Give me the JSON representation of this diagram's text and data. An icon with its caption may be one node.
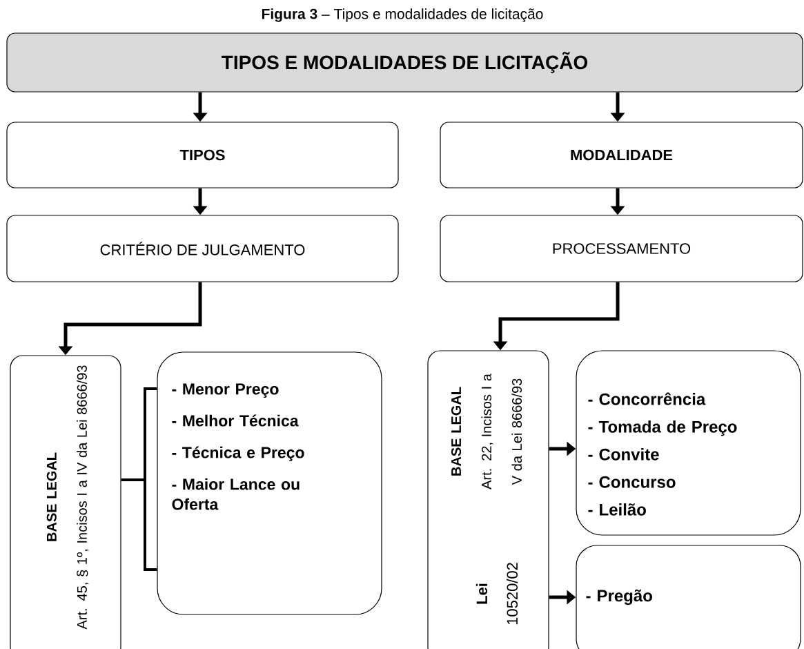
{
  "diagram": {
    "title": "**Figura 3** – Tipos e modalidades de licitação",
    "nodes": [
      {
        "text": [
          "TIPOS E MODALIDADES DE LICITAÇÃO"
        ]
      },
      {
        "text": [
          "TIPOS"
        ]
      },
      {
        "text": [
          "MODALIDADE"
        ]
      },
      {
        "text": [
          "CRITÉRIO DE JULGAMENTO"
        ]
      },
      {
        "text": [
          "PROCESSAMENTO"
        ]
      },
      {
        "text": [
          "BASE LEGAL",
          "Art. 45, § 1º, Incisos I a IV da Lei 8666/93"
        ]
      },
      {
        "text": [
          "- Menor Preço",
          "- Melhor Técnica",
          "- Técnica e Preço",
          "- Maior Lance ou Oferta"
        ]
      },
      {
        "text": [
          "BASE LEGAL",
          "Art. 22, Incisos I a V da Lei 8666/93",
          "Lei",
          "10520/02"
        ]
      },
      {
        "text": [
          "- Concorrência",
          "- Tomada de Preço",
          "- Convite",
          "- Concurso",
          "- Leilão"
        ]
      },
      {
        "text": [
          "- Pregão"
        ]
      }
    ],
    "edges": [
      {
        "from": 0,
        "to": 1,
        "arrow": "to"
      },
      {
        "from": 0,
        "to": 2,
        "arrow": "to"
      },
      {
        "from": 1,
        "to": 3,
        "arrow": "to"
      },
      {
        "from": 2,
        "to": 4,
        "arrow": "to"
      },
      {
        "from": 3,
        "to": 5,
        "arrow": "to"
      },
      {
        "from": 4,
        "to": 7,
        "arrow": "to"
      },
      {
        "from": 5,
        "to": 6,
        "arrow": "none"
      },
      {
        "from": 7,
        "to": 8,
        "arrow": "to"
      },
      {
        "from": 7,
        "to": 9,
        "arrow": "to"
      }
    ]
  }
}
